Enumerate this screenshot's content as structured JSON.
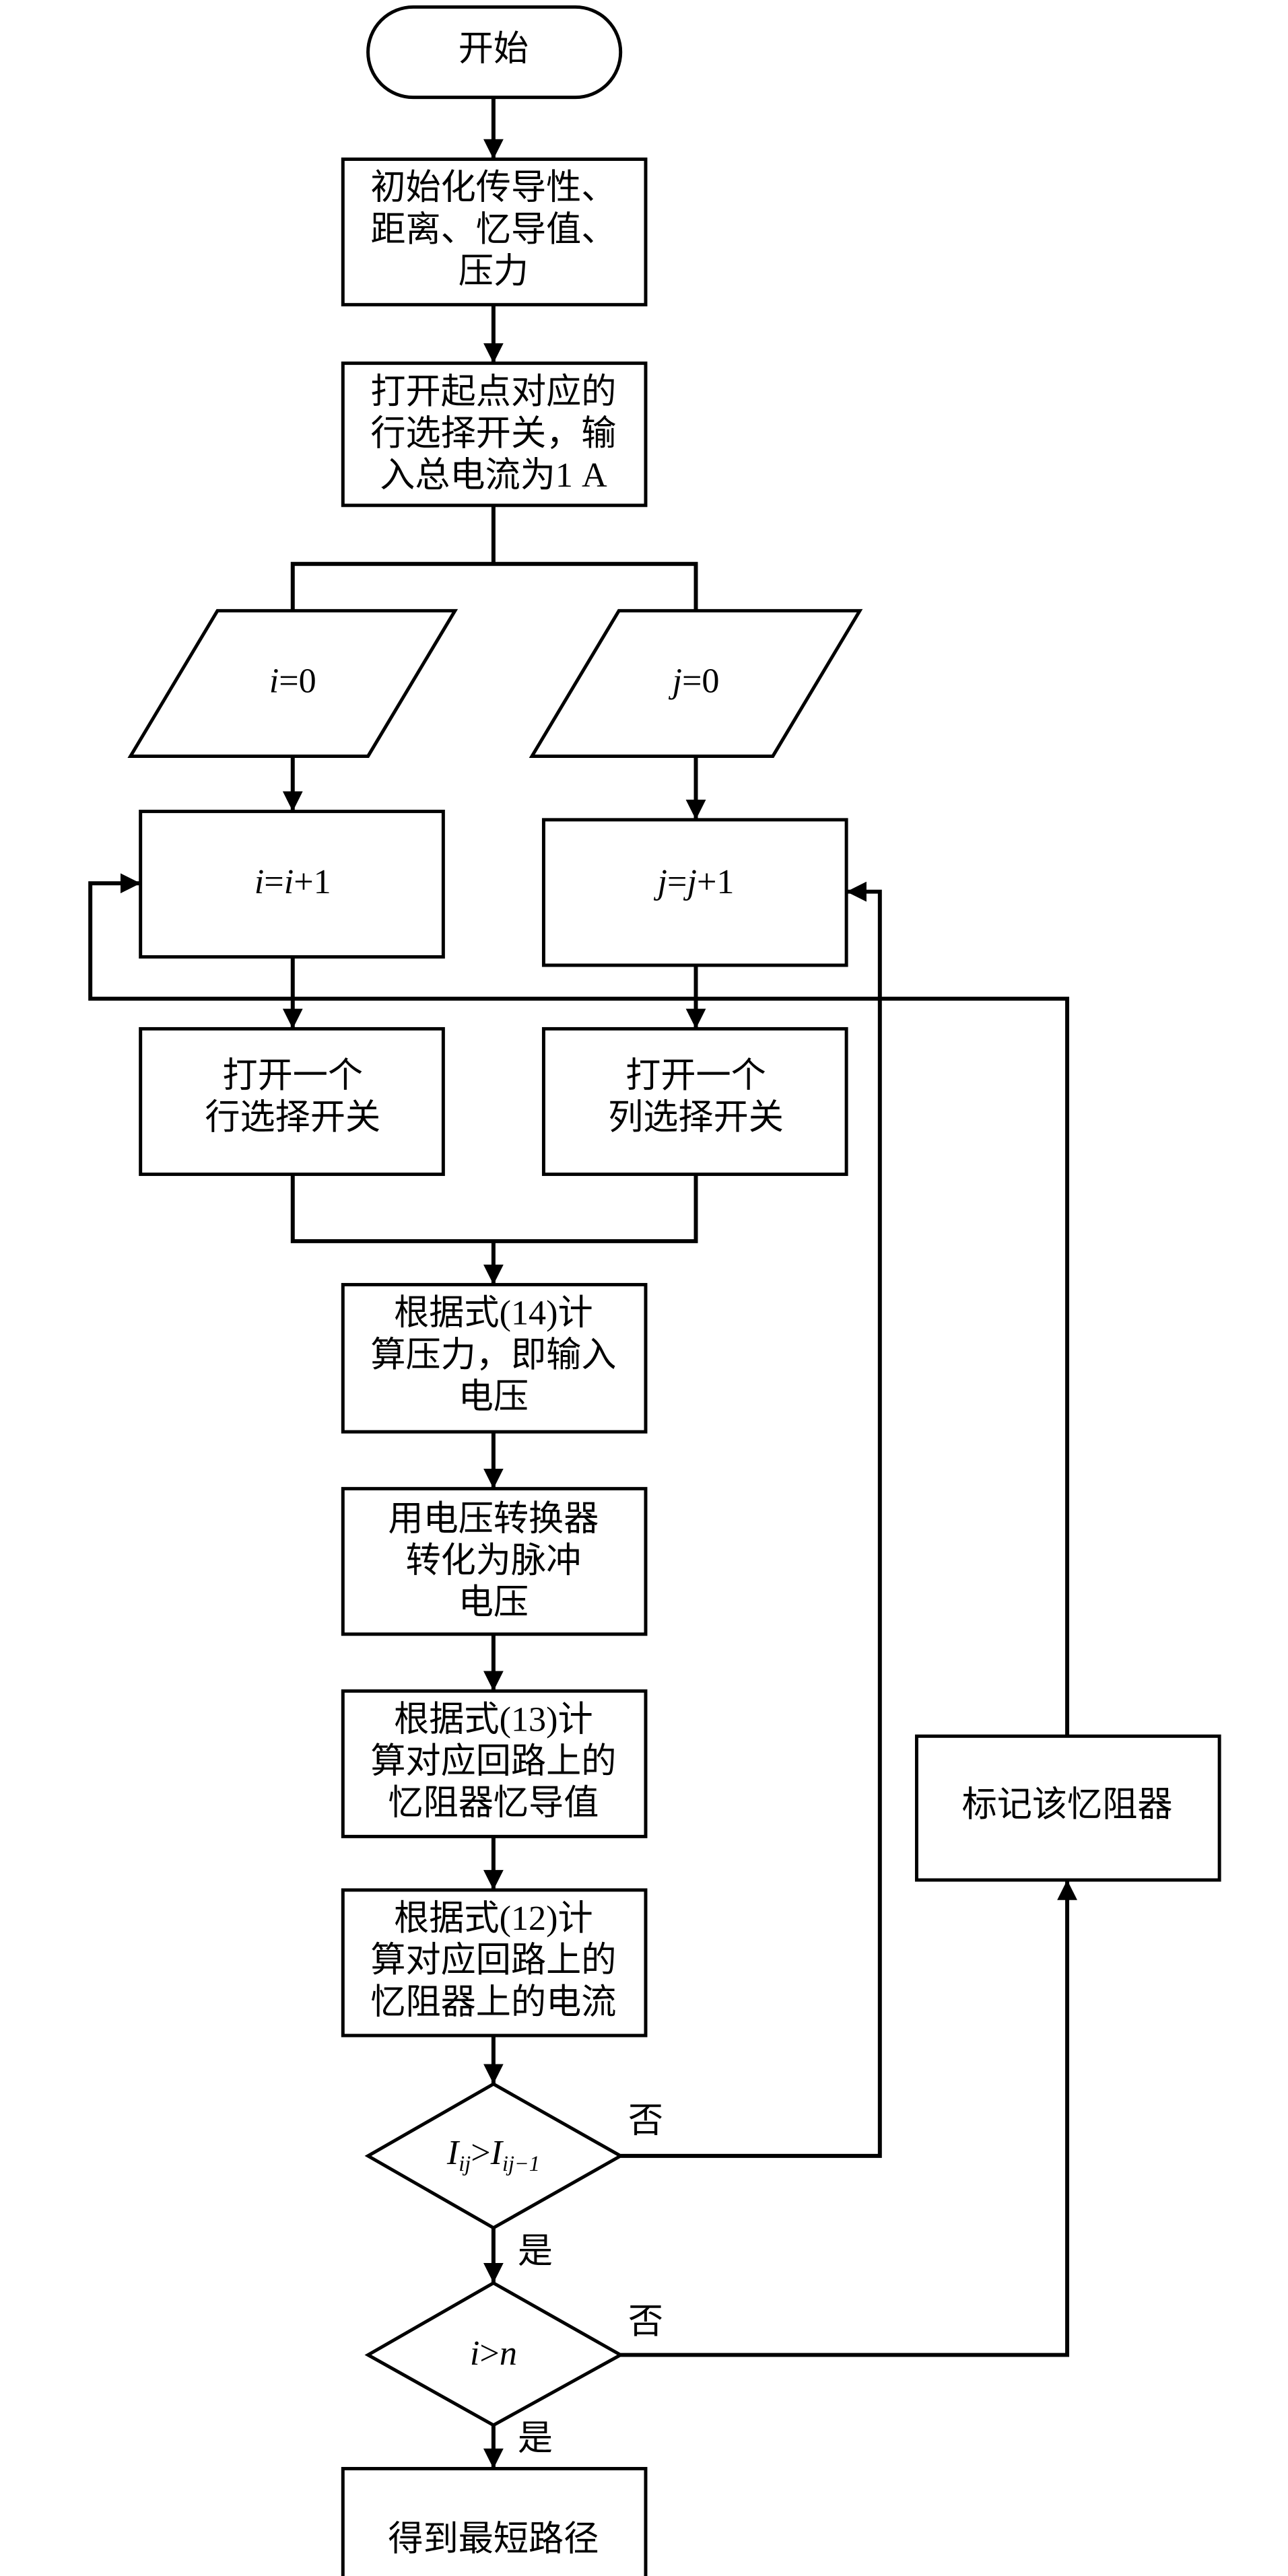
{
  "flowchart": {
    "start": "开始",
    "init": [
      "初始化传导性、",
      "距离、忆导值、",
      "压力"
    ],
    "open_start": [
      "打开起点对应的",
      "行选择开关，输",
      "入总电流为1 A"
    ],
    "i_init": {
      "var": "i",
      "rest": "=0"
    },
    "j_init": {
      "var": "j",
      "rest": "=0"
    },
    "i_inc": {
      "var1": "i",
      "eq": "=",
      "var2": "i",
      "rest": "+1"
    },
    "j_inc": {
      "var1": "j",
      "eq": "=",
      "var2": "j",
      "rest": "+1"
    },
    "open_row": [
      "打开一个",
      "行选择开关"
    ],
    "open_col": [
      "打开一个",
      "列选择开关"
    ],
    "calc_pressure": [
      "根据式(14)计",
      "算压力，即输入",
      "电压"
    ],
    "convert": [
      "用电压转换器",
      "转化为脉冲",
      "电压"
    ],
    "calc_memductance": [
      "根据式(13)计",
      "算对应回路上的",
      "忆阻器忆导值"
    ],
    "calc_current": [
      "根据式(12)计",
      "算对应回路上的",
      "忆阻器上的电流"
    ],
    "decision_current": {
      "I1": "I",
      "sub1": "ij",
      "op": ">",
      "I2": "I",
      "sub2": "ij−1"
    },
    "decision_n": {
      "var1": "i",
      "op": ">",
      "var2": "n"
    },
    "mark": "标记该忆阻器",
    "result": "得到最短路径",
    "yes": "是",
    "no": "否"
  }
}
